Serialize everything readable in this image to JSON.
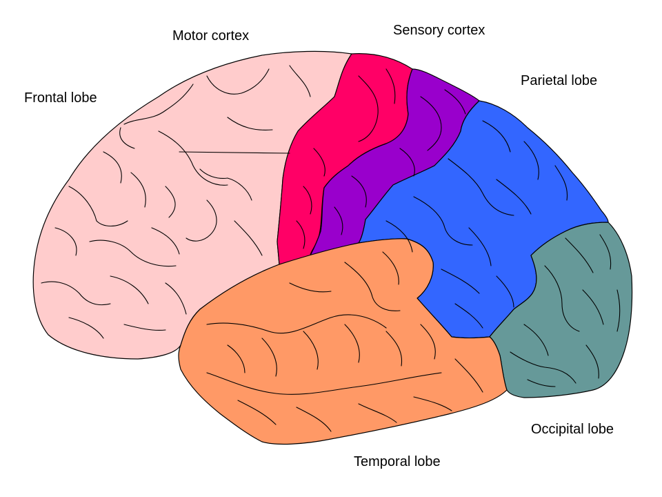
{
  "labels": {
    "frontal": "Frontal lobe",
    "motor": "Motor cortex",
    "sensory": "Sensory cortex",
    "parietal": "Parietal lobe",
    "occipital": "Occipital lobe",
    "temporal": "Temporal lobe"
  },
  "colors": {
    "frontal": "#ffcccc",
    "motor": "#ff0066",
    "sensory": "#9900cc",
    "parietal": "#3366ff",
    "occipital": "#669999",
    "temporal": "#ff9966"
  }
}
